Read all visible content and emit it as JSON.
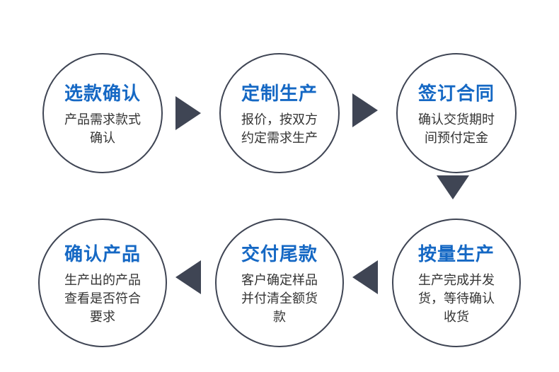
{
  "colors": {
    "background": "#ffffff",
    "circle-border": "#3f4554",
    "title-color": "#1568c4",
    "desc-color": "#333333",
    "arrow-color": "#3f4554"
  },
  "steps": [
    {
      "title": "选款确认",
      "desc": "产品需求款式确认"
    },
    {
      "title": "定制生产",
      "desc": "报价，按双方约定需求生产"
    },
    {
      "title": "签订合同",
      "desc": "确认交货期时间预付定金"
    },
    {
      "title": "按量生产",
      "desc": "生产完成并发货，等待确认收货"
    },
    {
      "title": "交付尾款",
      "desc": "客户确定样品并付清全额货款"
    },
    {
      "title": "确认产品",
      "desc": "生产出的产品查看是否符合要求"
    }
  ]
}
